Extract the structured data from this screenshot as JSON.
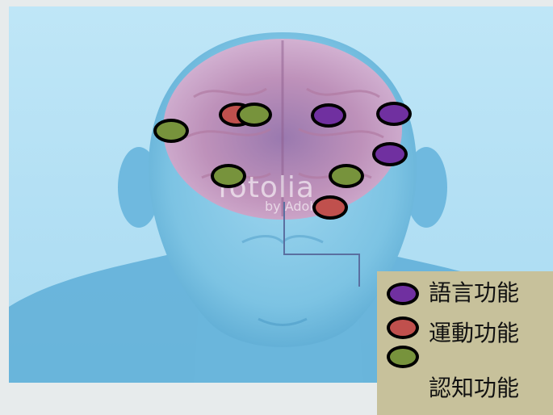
{
  "colors": {
    "language": "#7030a0",
    "motor": "#c0504d",
    "cognitive": "#77933c",
    "legend_background": "#c7c19b"
  },
  "markers": [
    {
      "function": "motor"
    },
    {
      "function": "cognitive"
    },
    {
      "function": "cognitive"
    },
    {
      "function": "language"
    },
    {
      "function": "language"
    },
    {
      "function": "language"
    },
    {
      "function": "cognitive"
    },
    {
      "function": "cognitive"
    },
    {
      "function": "motor"
    }
  ],
  "legend": [
    {
      "label": "語言功能",
      "function": "language"
    },
    {
      "label": "運動功能",
      "function": "motor"
    },
    {
      "label": "認知功能",
      "function": "cognitive"
    }
  ],
  "watermark": {
    "main": "fotolia",
    "sub": "by Adobe"
  }
}
